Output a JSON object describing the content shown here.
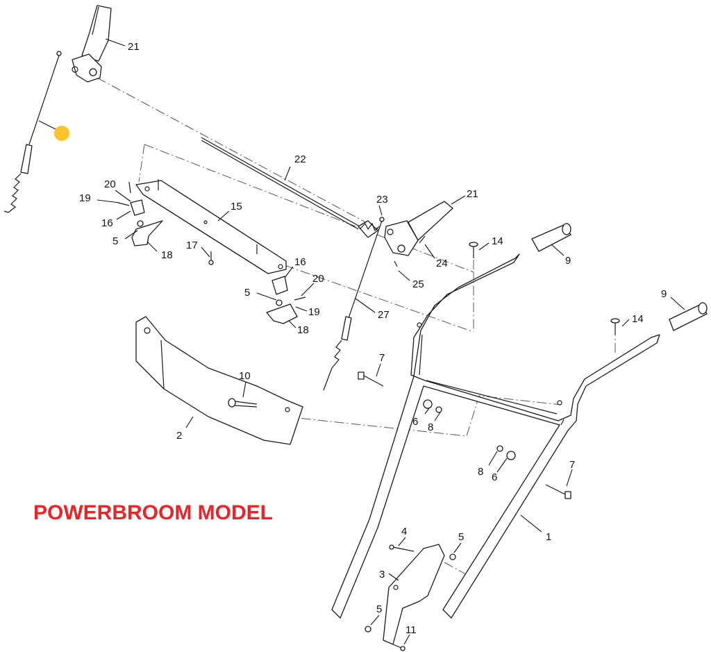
{
  "diagram": {
    "model_label": "POWERBROOM MODEL",
    "model_label_color": "#e8262a",
    "marker_color": "#fdc22e",
    "callouts": {
      "c1": "1",
      "c2": "2",
      "c3": "3",
      "c4": "4",
      "c5a": "5",
      "c5b": "5",
      "c5c": "5",
      "c5d": "5",
      "c6a": "6",
      "c6b": "6",
      "c7a": "7",
      "c7b": "7",
      "c8a": "8",
      "c8b": "8",
      "c9a": "9",
      "c9b": "9",
      "c10": "10",
      "c11": "11",
      "c14a": "14",
      "c14b": "14",
      "c15": "15",
      "c16a": "16",
      "c16b": "16",
      "c17": "17",
      "c18a": "18",
      "c18b": "18",
      "c19a": "19",
      "c19b": "19",
      "c20a": "20",
      "c20b": "20",
      "c21a": "21",
      "c21b": "21",
      "c22": "22",
      "c23": "23",
      "c24": "24",
      "c25": "25",
      "c27": "27"
    }
  }
}
